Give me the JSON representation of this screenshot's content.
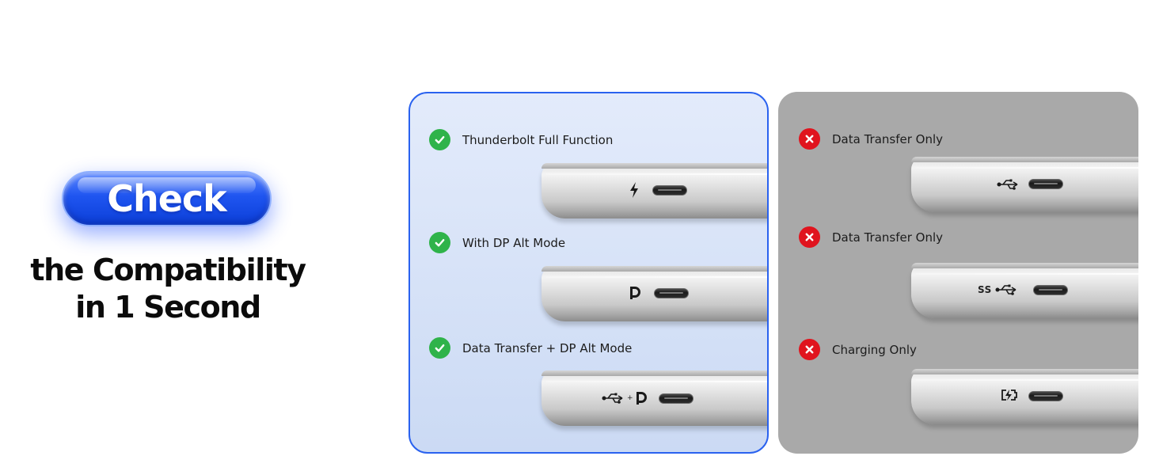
{
  "headline": {
    "badge_label": "Check",
    "line1": "the Compatibility",
    "line2": "in 1 Second"
  },
  "colors": {
    "badge_blue": "#1f55f0",
    "ok_green": "#2fb34a",
    "error_red": "#e0141e",
    "good_panel_border": "#2a62ef",
    "bad_panel_bg": "#a9a9a9"
  },
  "compatible_ports": [
    {
      "label": "Thunderbolt Full Function",
      "status_icon": "check-icon",
      "port_icons": [
        "thunderbolt-icon"
      ]
    },
    {
      "label": "With DP Alt Mode",
      "status_icon": "check-icon",
      "port_icons": [
        "displayport-icon"
      ]
    },
    {
      "label": "Data Transfer + DP Alt Mode",
      "status_icon": "check-icon",
      "port_icons": [
        "usb-icon",
        "displayport-icon"
      ]
    }
  ],
  "limited_ports": [
    {
      "label": "Data Transfer Only",
      "status_icon": "cross-icon",
      "port_icons": [
        "usb-icon"
      ]
    },
    {
      "label": "Data Transfer Only",
      "status_icon": "cross-icon",
      "port_icons": [
        "superspeed-usb-icon"
      ],
      "symbol_text": "SS"
    },
    {
      "label": "Charging Only",
      "status_icon": "cross-icon",
      "port_icons": [
        "battery-charging-icon"
      ]
    }
  ],
  "plus_sign": "+"
}
